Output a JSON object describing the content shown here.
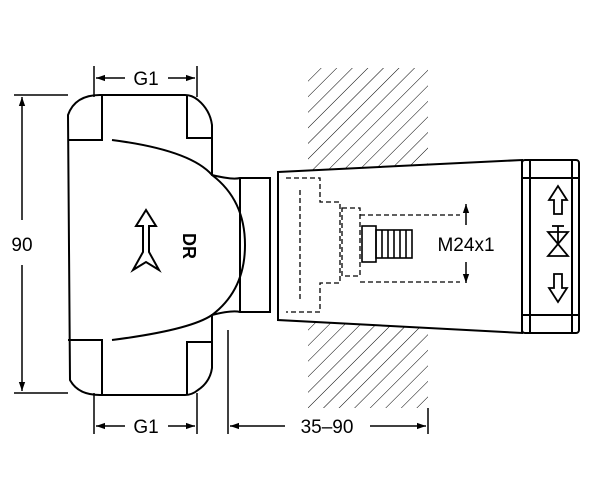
{
  "dimensions": {
    "thread_top": "G1",
    "thread_bottom": "G1",
    "height": "90",
    "wall_depth": "35–90",
    "spindle_thread": "M24x1"
  },
  "body_marking": "DR"
}
